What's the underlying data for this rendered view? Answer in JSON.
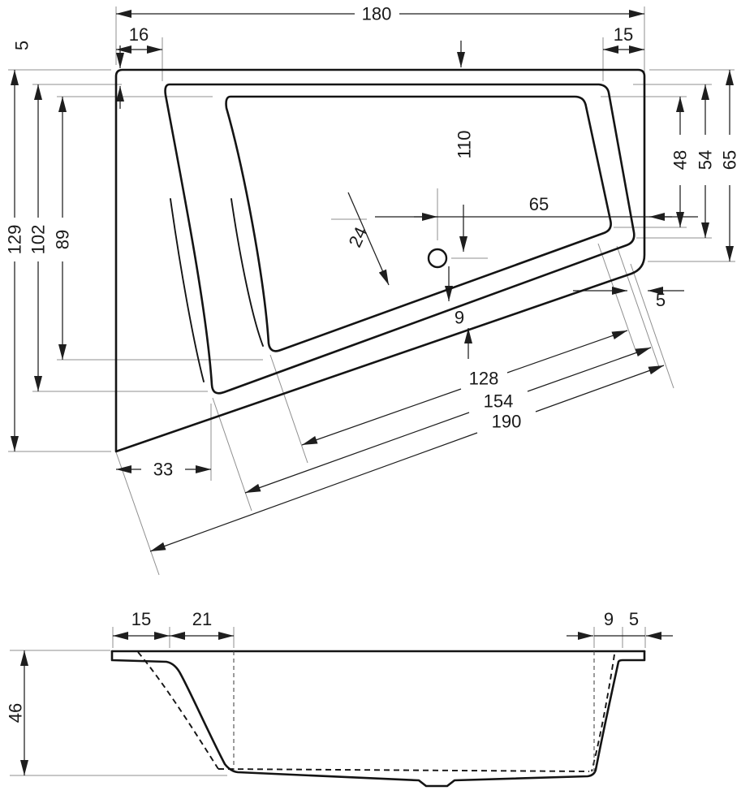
{
  "plan": {
    "width_total": "180",
    "rim_left_width": "16",
    "rim_right_width": "15",
    "rim_top_width": "5",
    "height_total": "129",
    "height_inner_rim": "102",
    "height_basin": "89",
    "drain_from_left": "110",
    "drain_to_basin_edge": "24",
    "drain_to_right": "65",
    "front_rim_width": "9",
    "front_edge_offset": "5",
    "corner_inset": "33",
    "diagonal_basin": "128",
    "diagonal_inner_rim": "154",
    "diagonal_total": "190",
    "right_height_basin": "48",
    "right_height_inner_rim": "54",
    "right_height_total": "65"
  },
  "section": {
    "rim_width": "15",
    "slope_run": "21",
    "depth": "46",
    "right_slope_run": "9",
    "right_rim_width": "5"
  }
}
